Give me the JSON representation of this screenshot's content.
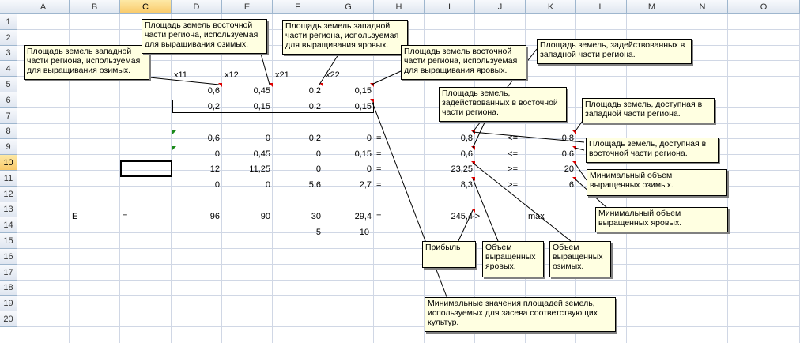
{
  "columns": [
    "A",
    "B",
    "C",
    "D",
    "E",
    "F",
    "G",
    "H",
    "I",
    "J",
    "K",
    "L",
    "M",
    "N",
    "O"
  ],
  "rows": [
    "1",
    "2",
    "3",
    "4",
    "5",
    "6",
    "7",
    "8",
    "9",
    "10",
    "11",
    "12",
    "13",
    "14",
    "15",
    "16",
    "17",
    "18",
    "19",
    "20"
  ],
  "selected": {
    "column": "C",
    "row": "10"
  },
  "cells": {
    "r4": {
      "d": "x11",
      "e": "x12",
      "f": "x21",
      "g": "x22"
    },
    "r5": {
      "d": "0,6",
      "e": "0,45",
      "f": "0,2",
      "g": "0,15"
    },
    "r6": {
      "d": "0,2",
      "e": "0,15",
      "f": "0,2",
      "g": "0,15"
    },
    "r8": {
      "d": "0,6",
      "e": "0",
      "f": "0,2",
      "g": "0",
      "h": "=",
      "i": "0,8",
      "j": "<=",
      "k": "0,8"
    },
    "r9": {
      "d": "0",
      "e": "0,45",
      "f": "0",
      "g": "0,15",
      "h": "=",
      "i": "0,6",
      "j": "<=",
      "k": "0,6"
    },
    "r10": {
      "d": "12",
      "e": "11,25",
      "f": "0",
      "g": "0",
      "h": "=",
      "i": "23,25",
      "j": ">=",
      "k": "20"
    },
    "r11": {
      "d": "0",
      "e": "0",
      "f": "5,6",
      "g": "2,7",
      "h": "=",
      "i": "8,3",
      "j": ">=",
      "k": "6"
    },
    "r13": {
      "b": "E",
      "c": "=",
      "d": "96",
      "e": "90",
      "f": "30",
      "g": "29,4",
      "h": "=",
      "i": "245,4",
      "i_arrow": "->",
      "k": "max"
    },
    "r14": {
      "f": "5",
      "g": "10"
    }
  },
  "notes": [
    "Площадь земель западной\nчасти  региона, используемая\nдля выращивания озимых.",
    "Площадь земель восточной\nчасти  региона, используемая\nдля выращивания озимых.",
    "Площадь земель западной\nчасти  региона, используемая\nдля выращивания яровых.",
    "Площадь земель восточной\nчасти региона, используемая\nдля выращивания яровых.",
    "Площадь земель, задействованных в\nзападной части региона.",
    "Площадь земель,\nзадействованных в восточной\nчасти региона.",
    "Площадь земель, доступная в\nзападной части региона.",
    "Площадь земель, доступная в\nвосточной части региона.",
    "Минимальный объем\nвыращенных озимых.",
    "Минимальный объем\nвыращенных яровых.",
    "Прибыль",
    "Объем\nвыращенных\nяровых.",
    "Объем\nвыращенных\nозимых.",
    "Минимальные значения площадей земель,\nиспользуемых для засева соответствующих\nкультур."
  ]
}
